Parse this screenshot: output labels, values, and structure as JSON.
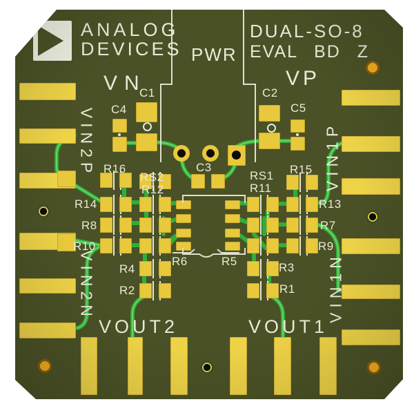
{
  "board": {
    "manufacturer_line1": "ANALOG",
    "manufacturer_line2": "DEVICES",
    "title_line1": "DUAL-SO-8",
    "title_line2": "EVAL BD Z",
    "connector_label": "PWR"
  },
  "rails": {
    "vn": "VN",
    "vp": "VP"
  },
  "io": {
    "left_top": "VIN2P",
    "left_bottom": "VIN2N",
    "right_top": "VIN1P",
    "right_bottom": "VIN1N",
    "out_left": "VOUT2",
    "out_right": "VOUT1"
  },
  "capacitors": {
    "c1": "C1",
    "c2": "C2",
    "c3": "C3",
    "c4": "C4",
    "c5": "C5"
  },
  "resistors": {
    "r1": "R1",
    "r2": "R2",
    "r3": "R3",
    "r4": "R4",
    "r5": "R5",
    "r6": "R6",
    "r7": "R7",
    "r8": "R8",
    "r9": "R9",
    "r10": "R10",
    "r11": "R11",
    "r12": "R12",
    "r13": "R13",
    "r14": "R14",
    "r15": "R15",
    "r16": "R16",
    "rs1": "RS1",
    "rs2": "RS2"
  },
  "colors": {
    "soldermask": "#4a5126",
    "pad_gold": "#e8c93c",
    "trace_green": "#38b944",
    "silkscreen": "#e9ead8",
    "via_gold": "#f0a81e",
    "drill_hole": "#0e0b07",
    "background": "#ffffff"
  }
}
